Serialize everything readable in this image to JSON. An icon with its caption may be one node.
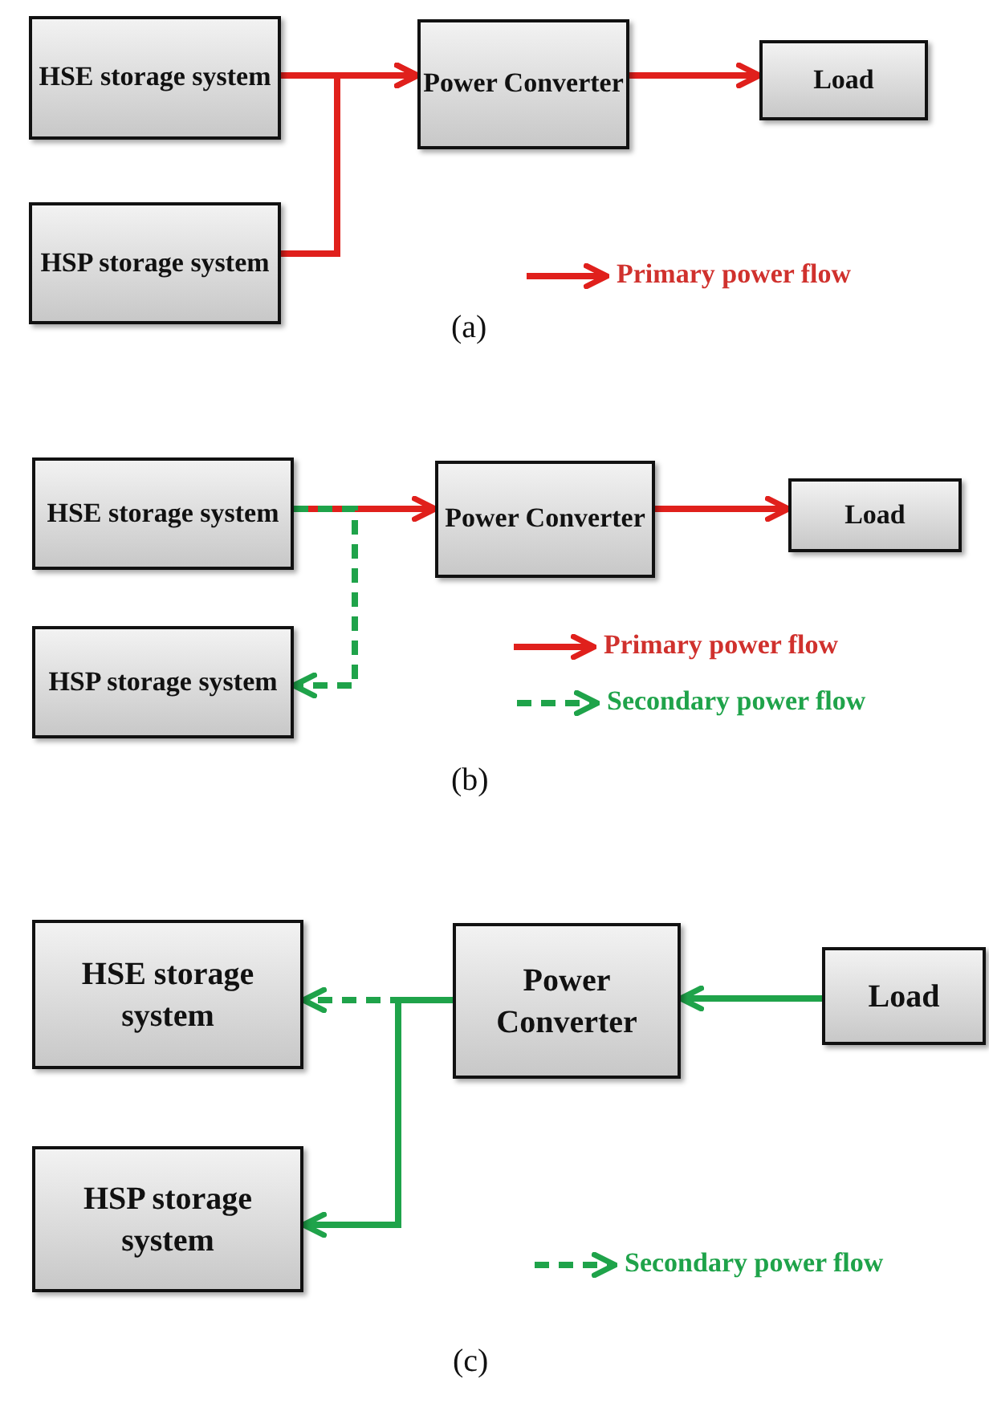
{
  "diagram": {
    "nodes": [
      {
        "text": [
          "HSE storage system"
        ]
      },
      {
        "text": [
          "HSP storage system"
        ]
      },
      {
        "text": [
          "Power Converter"
        ]
      },
      {
        "text": [
          "Load"
        ]
      },
      {
        "text": [
          "HSE storage system"
        ]
      },
      {
        "text": [
          "HSP storage system"
        ]
      },
      {
        "text": [
          "Power Converter"
        ]
      },
      {
        "text": [
          "Load"
        ]
      },
      {
        "text": [
          "HSE storage system"
        ]
      },
      {
        "text": [
          "Power Converter"
        ]
      },
      {
        "text": [
          "Load"
        ]
      },
      {
        "text": [
          "HSP storage system"
        ]
      }
    ],
    "edges": [
      {
        "from": 0,
        "to": 2,
        "arrow": "to"
      },
      {
        "from": 1,
        "to": 2,
        "arrow": "to"
      },
      {
        "from": 2,
        "to": 3,
        "arrow": "to"
      },
      {
        "from": 4,
        "to": 6,
        "arrow": "to"
      },
      {
        "from": 4,
        "to": 5,
        "arrow": "to",
        "style": "dashed",
        "color": "#1fa34a"
      },
      {
        "from": 6,
        "to": 7,
        "arrow": "to"
      },
      {
        "from": 10,
        "to": 9,
        "arrow": "to",
        "color": "#1fa34a"
      },
      {
        "from": 9,
        "to": 8,
        "arrow": "to",
        "style": "dashed",
        "color": "#1fa34a"
      },
      {
        "from": 9,
        "to": 11,
        "arrow": "to",
        "color": "#1fa34a"
      }
    ],
    "labels": [
      "(a)",
      "(b)",
      "(c)"
    ],
    "legend": [
      {
        "text": "Primary power flow"
      },
      {
        "text": "Primary power flow"
      },
      {
        "text": "Secondary power flow"
      },
      {
        "text": "Secondary power flow"
      }
    ]
  }
}
